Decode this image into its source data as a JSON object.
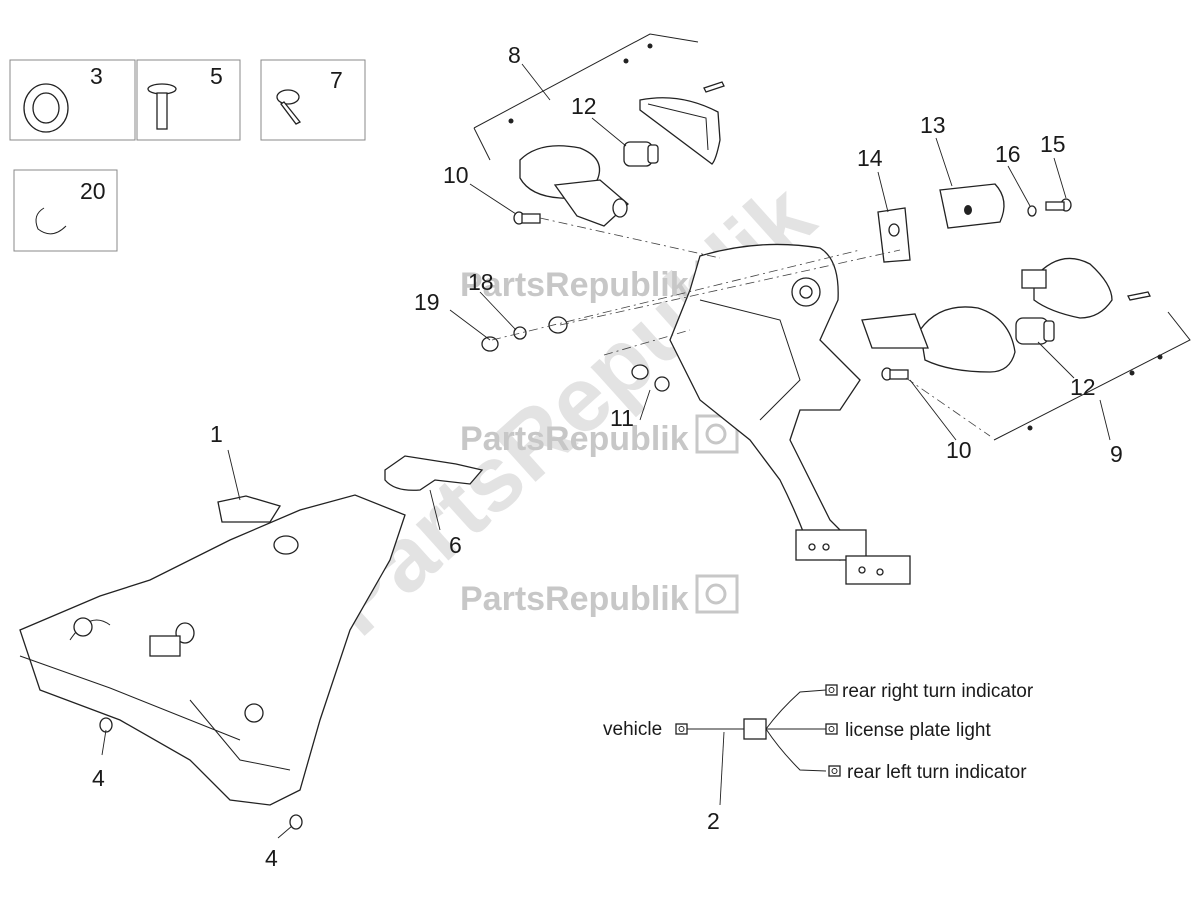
{
  "callouts": {
    "n1": "1",
    "n2": "2",
    "n3": "3",
    "n4a": "4",
    "n4b": "4",
    "n5": "5",
    "n6": "6",
    "n7": "7",
    "n8": "8",
    "n9": "9",
    "n10a": "10",
    "n10b": "10",
    "n11": "11",
    "n12a": "12",
    "n12b": "12",
    "n13": "13",
    "n14": "14",
    "n15": "15",
    "n16": "16",
    "n18": "18",
    "n19": "19",
    "n20": "20"
  },
  "wiring": {
    "vehicle": "vehicle",
    "rear_right": "rear right turn indicator",
    "license_plate": "license plate light",
    "rear_left": "rear left turn indicator"
  },
  "watermark": {
    "brand": "PartsRepublik"
  }
}
